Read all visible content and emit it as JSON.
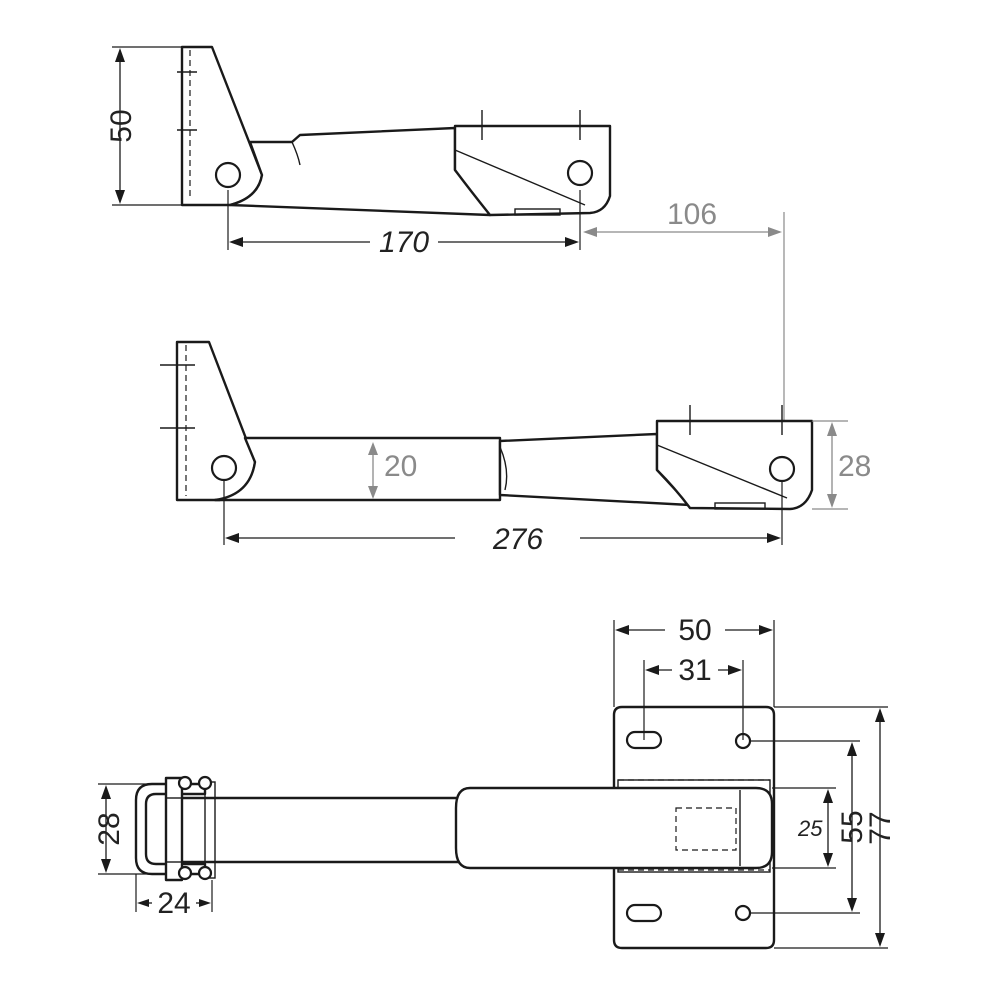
{
  "dimensions": {
    "top_height": "50",
    "top_length": "170",
    "travel": "106",
    "mid_bar_height": "20",
    "mid_length": "276",
    "mid_plate_height": "28",
    "plan_plate_width": "50",
    "plan_hole_spacing": "31",
    "plan_bar_width": "25",
    "plan_hole_span": "55",
    "plan_plate_height": "77",
    "plan_bracket_height": "28",
    "plan_bracket_width": "24"
  },
  "colors": {
    "line": "#1a1a1a",
    "secondary": "#8a8a8a",
    "background": "#ffffff"
  }
}
